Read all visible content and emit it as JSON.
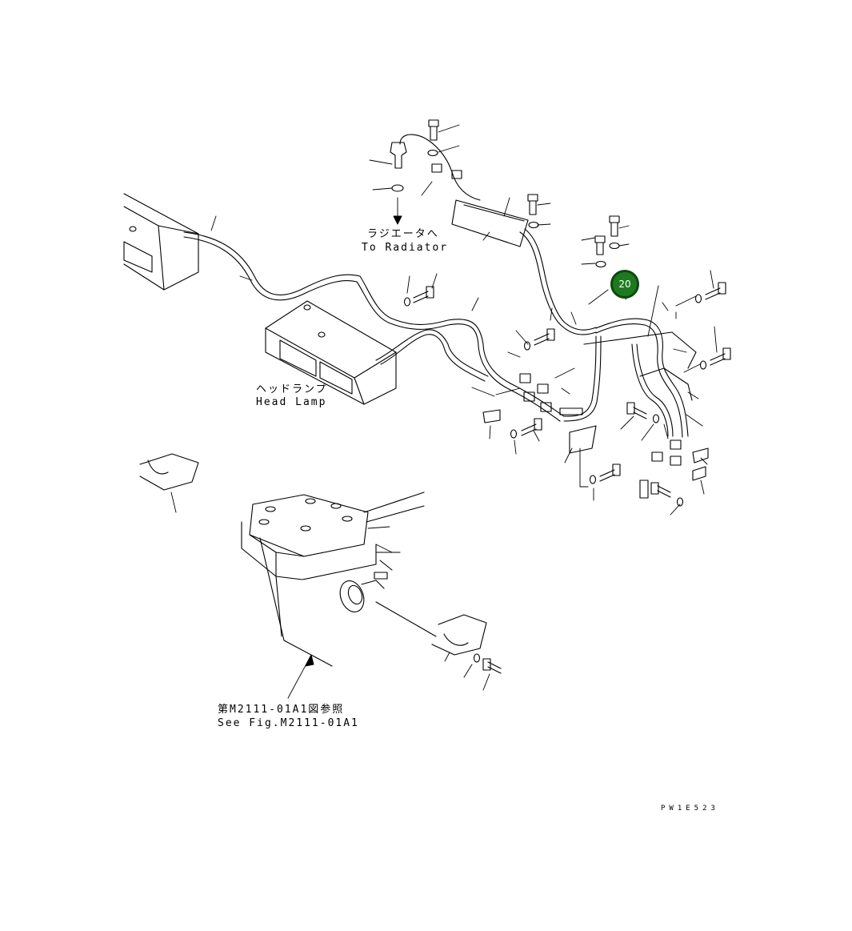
{
  "labels": {
    "radiator_jp": "ラジエータへ",
    "radiator_en": "To Radiator",
    "headlamp_jp": "ヘッドランプ",
    "headlamp_en": "Head Lamp",
    "see_fig_jp": "第M2111-01A1図参照",
    "see_fig_en": "See Fig.M2111-01A1",
    "drawing_code": "PW1E523"
  },
  "callouts": [
    {
      "number": "20",
      "color": "#1f7a1f"
    }
  ]
}
